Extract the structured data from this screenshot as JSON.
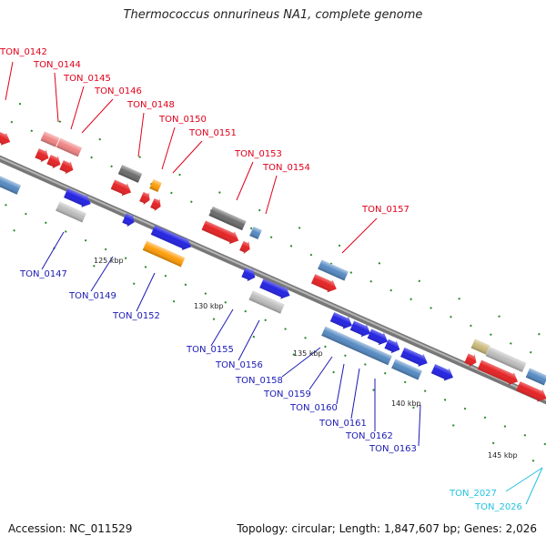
{
  "title": "Thermococcus onnurineus NA1, complete genome",
  "accession_text": "Accession: NC_011529",
  "topology_text": "Topology: circular; Length: 1,847,607 bp; Genes: 2,026",
  "colors": {
    "label_top": "#e0001a",
    "label_bottom": "#1a1ab4",
    "label_other": "#22c2e0",
    "axis": "#8a8a8a",
    "tick": "#2a8a2a"
  },
  "top_labels": [
    "TON_0142",
    "TON_0144",
    "TON_0145",
    "TON_0146",
    "TON_0148",
    "TON_0150",
    "TON_0151",
    "TON_0153",
    "TON_0154",
    "TON_0157"
  ],
  "bottom_labels": [
    "TON_0147",
    "TON_0149",
    "TON_0152",
    "TON_0155",
    "TON_0156",
    "TON_0158",
    "TON_0159",
    "TON_0160",
    "TON_0161",
    "TON_0162",
    "TON_0163"
  ],
  "other_labels": [
    "TON_2027",
    "TON_2026"
  ],
  "kbp_labels": [
    "125 kbp",
    "130 kbp",
    "135 kbp",
    "140 kbp",
    "145 kbp"
  ]
}
